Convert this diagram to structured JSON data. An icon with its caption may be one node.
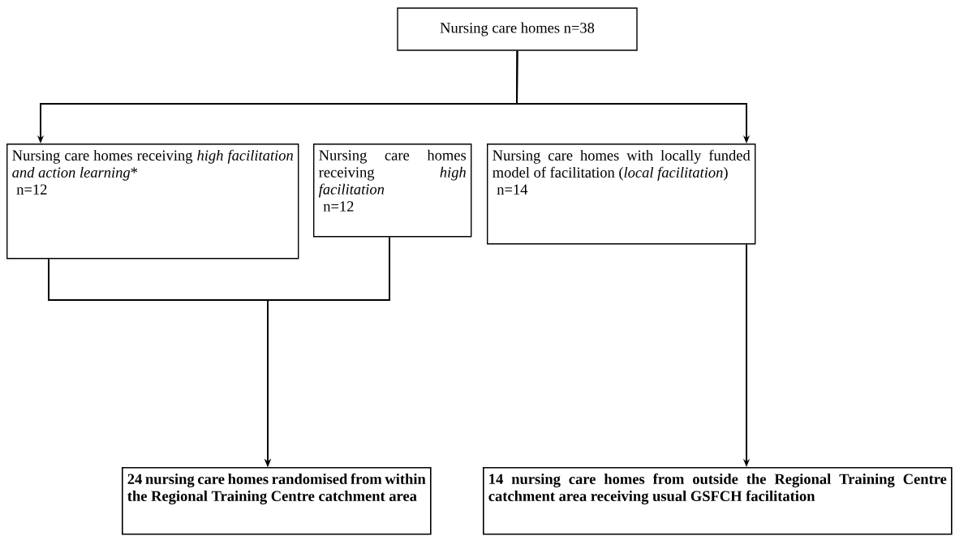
{
  "diagram": {
    "nodes": [
      {
        "text": [
          "Nursing care homes n=38"
        ]
      },
      {
        "text": [
          "Nursing care homes receiving *high facilitation and action learning*",
          "*",
          "n=12"
        ]
      },
      {
        "text": [
          "Nursing care homes receiving *high facilitation*",
          "n=12"
        ]
      },
      {
        "text": [
          "Nursing care homes with locally funded model of facilitation (*local facilitation*)",
          "n=14"
        ]
      },
      {
        "text": [
          "24 nursing care homes randomised from within the Regional Training Centre catchment area"
        ]
      },
      {
        "text": [
          "14 nursing care homes from outside the Regional Training Centre catchment area receiving usual GSFCH facilitation"
        ]
      }
    ],
    "edges": [
      {
        "from": 0,
        "to": 1,
        "arrow": "to"
      },
      {
        "from": 0,
        "to": 3,
        "arrow": "to"
      },
      {
        "from": 1,
        "to": 4,
        "arrow": "to"
      },
      {
        "from": 2,
        "to": 4,
        "arrow": "to"
      },
      {
        "from": 3,
        "to": 5,
        "arrow": "to"
      }
    ]
  }
}
